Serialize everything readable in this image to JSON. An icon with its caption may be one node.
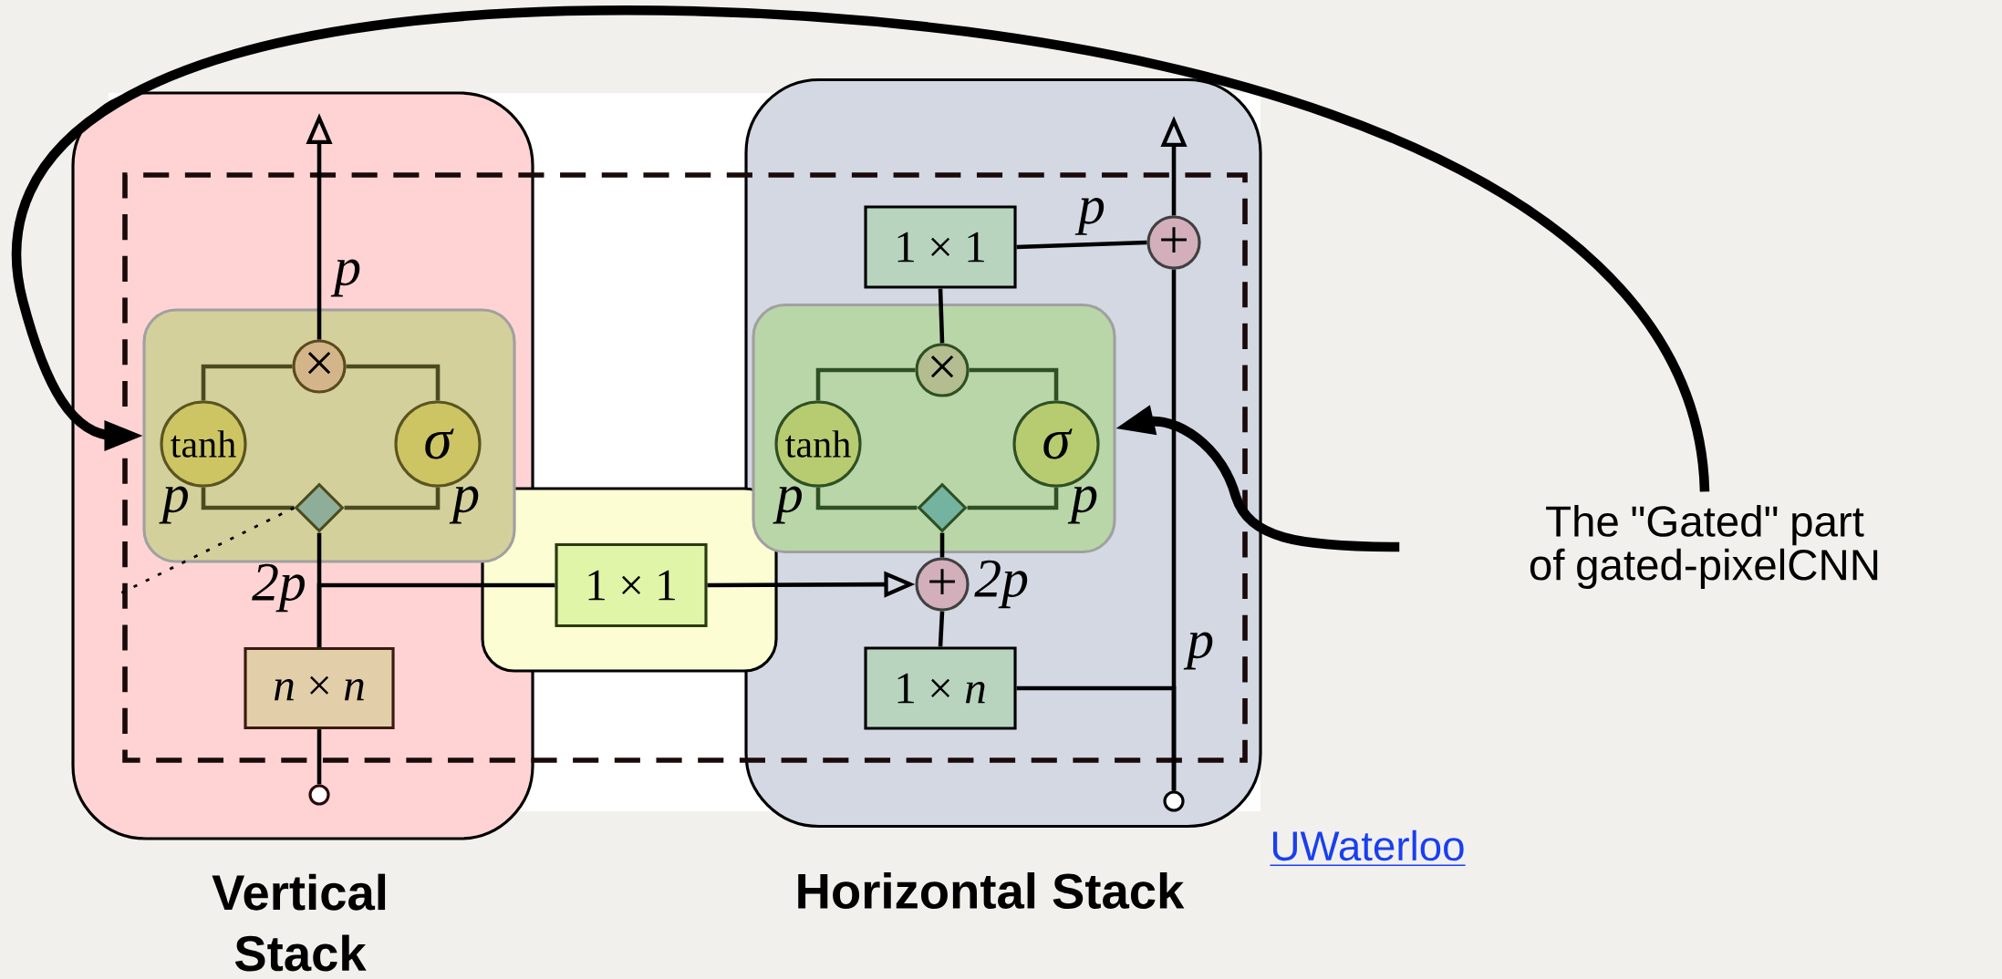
{
  "diagram": {
    "nodes": [
      {
        "text": [
          "Vertical Stack"
        ]
      },
      {
        "text": [],
        "shape": "box",
        "in": 0
      },
      {
        "text": [
          "×"
        ],
        "in": 1
      },
      {
        "text": [
          "tanh"
        ],
        "in": 1
      },
      {
        "text": [
          "σ"
        ],
        "in": 1
      },
      {
        "text": [],
        "shape": "diamond",
        "in": 1
      },
      {
        "text": [
          "*n* × *n*"
        ],
        "in": 0
      },
      {
        "text": [],
        "shape": "circle",
        "in": 0
      },
      {
        "text": [],
        "shape": "box"
      },
      {
        "text": [
          "1 × 1"
        ],
        "in": 8
      },
      {
        "text": [
          "Horizontal Stack"
        ]
      },
      {
        "text": [
          "1 × 1"
        ],
        "in": 10
      },
      {
        "text": [
          "+"
        ],
        "in": 10
      },
      {
        "text": [],
        "shape": "box",
        "in": 10
      },
      {
        "text": [
          "×"
        ],
        "in": 13
      },
      {
        "text": [
          "tanh"
        ],
        "in": 13
      },
      {
        "text": [
          "σ"
        ],
        "in": 13
      },
      {
        "text": [],
        "shape": "diamond",
        "in": 13
      },
      {
        "text": [
          "+"
        ],
        "in": 10
      },
      {
        "text": [
          "1 × *n*"
        ],
        "in": 10
      },
      {
        "text": [],
        "shape": "circle",
        "in": 10
      },
      {
        "text": [
          "The \"Gated\" part of gated-pixelCNN"
        ]
      }
    ],
    "edges": [
      {
        "from": 7,
        "to": 6,
        "arrow": "none"
      },
      {
        "from": 6,
        "to": 5,
        "arrow": "none",
        "label": "2p"
      },
      {
        "from": 6,
        "to": 9,
        "arrow": "none"
      },
      {
        "from": 5,
        "to": 3,
        "arrow": "none",
        "label": "p",
        "color": "#4b4b20"
      },
      {
        "from": 5,
        "to": 4,
        "arrow": "none",
        "label": "p",
        "color": "#4b4b20"
      },
      {
        "from": 3,
        "to": 2,
        "arrow": "none",
        "color": "#4b4b20"
      },
      {
        "from": 4,
        "to": 2,
        "arrow": "none",
        "color": "#4b4b20"
      },
      {
        "from": 2,
        "to": null,
        "arrow": "to",
        "label": "p"
      },
      {
        "from": 9,
        "to": 18,
        "arrow": "to"
      },
      {
        "from": 20,
        "to": 19,
        "arrow": "none"
      },
      {
        "from": 20,
        "to": 12,
        "arrow": "none",
        "label": "p"
      },
      {
        "from": 19,
        "to": 18,
        "arrow": "none"
      },
      {
        "from": 18,
        "to": 17,
        "arrow": "none",
        "label": "2p"
      },
      {
        "from": 17,
        "to": 15,
        "arrow": "none",
        "label": "p",
        "color": "#2f4f24"
      },
      {
        "from": 17,
        "to": 16,
        "arrow": "none",
        "label": "p",
        "color": "#2f4f24"
      },
      {
        "from": 15,
        "to": 14,
        "arrow": "none",
        "color": "#2f4f24"
      },
      {
        "from": 16,
        "to": 14,
        "arrow": "none",
        "color": "#2f4f24"
      },
      {
        "from": 14,
        "to": 11,
        "arrow": "none"
      },
      {
        "from": 11,
        "to": 12,
        "arrow": "none",
        "label": "p"
      },
      {
        "from": 12,
        "to": null,
        "arrow": "to"
      },
      {
        "from": 21,
        "to": 1,
        "arrow": "to",
        "style": "thick"
      },
      {
        "from": 21,
        "to": 13,
        "arrow": "to",
        "style": "thick"
      },
      {
        "from": 5,
        "to": null,
        "arrow": "none",
        "style": "dashed"
      }
    ],
    "labels": [
      "UWaterloo"
    ]
  }
}
